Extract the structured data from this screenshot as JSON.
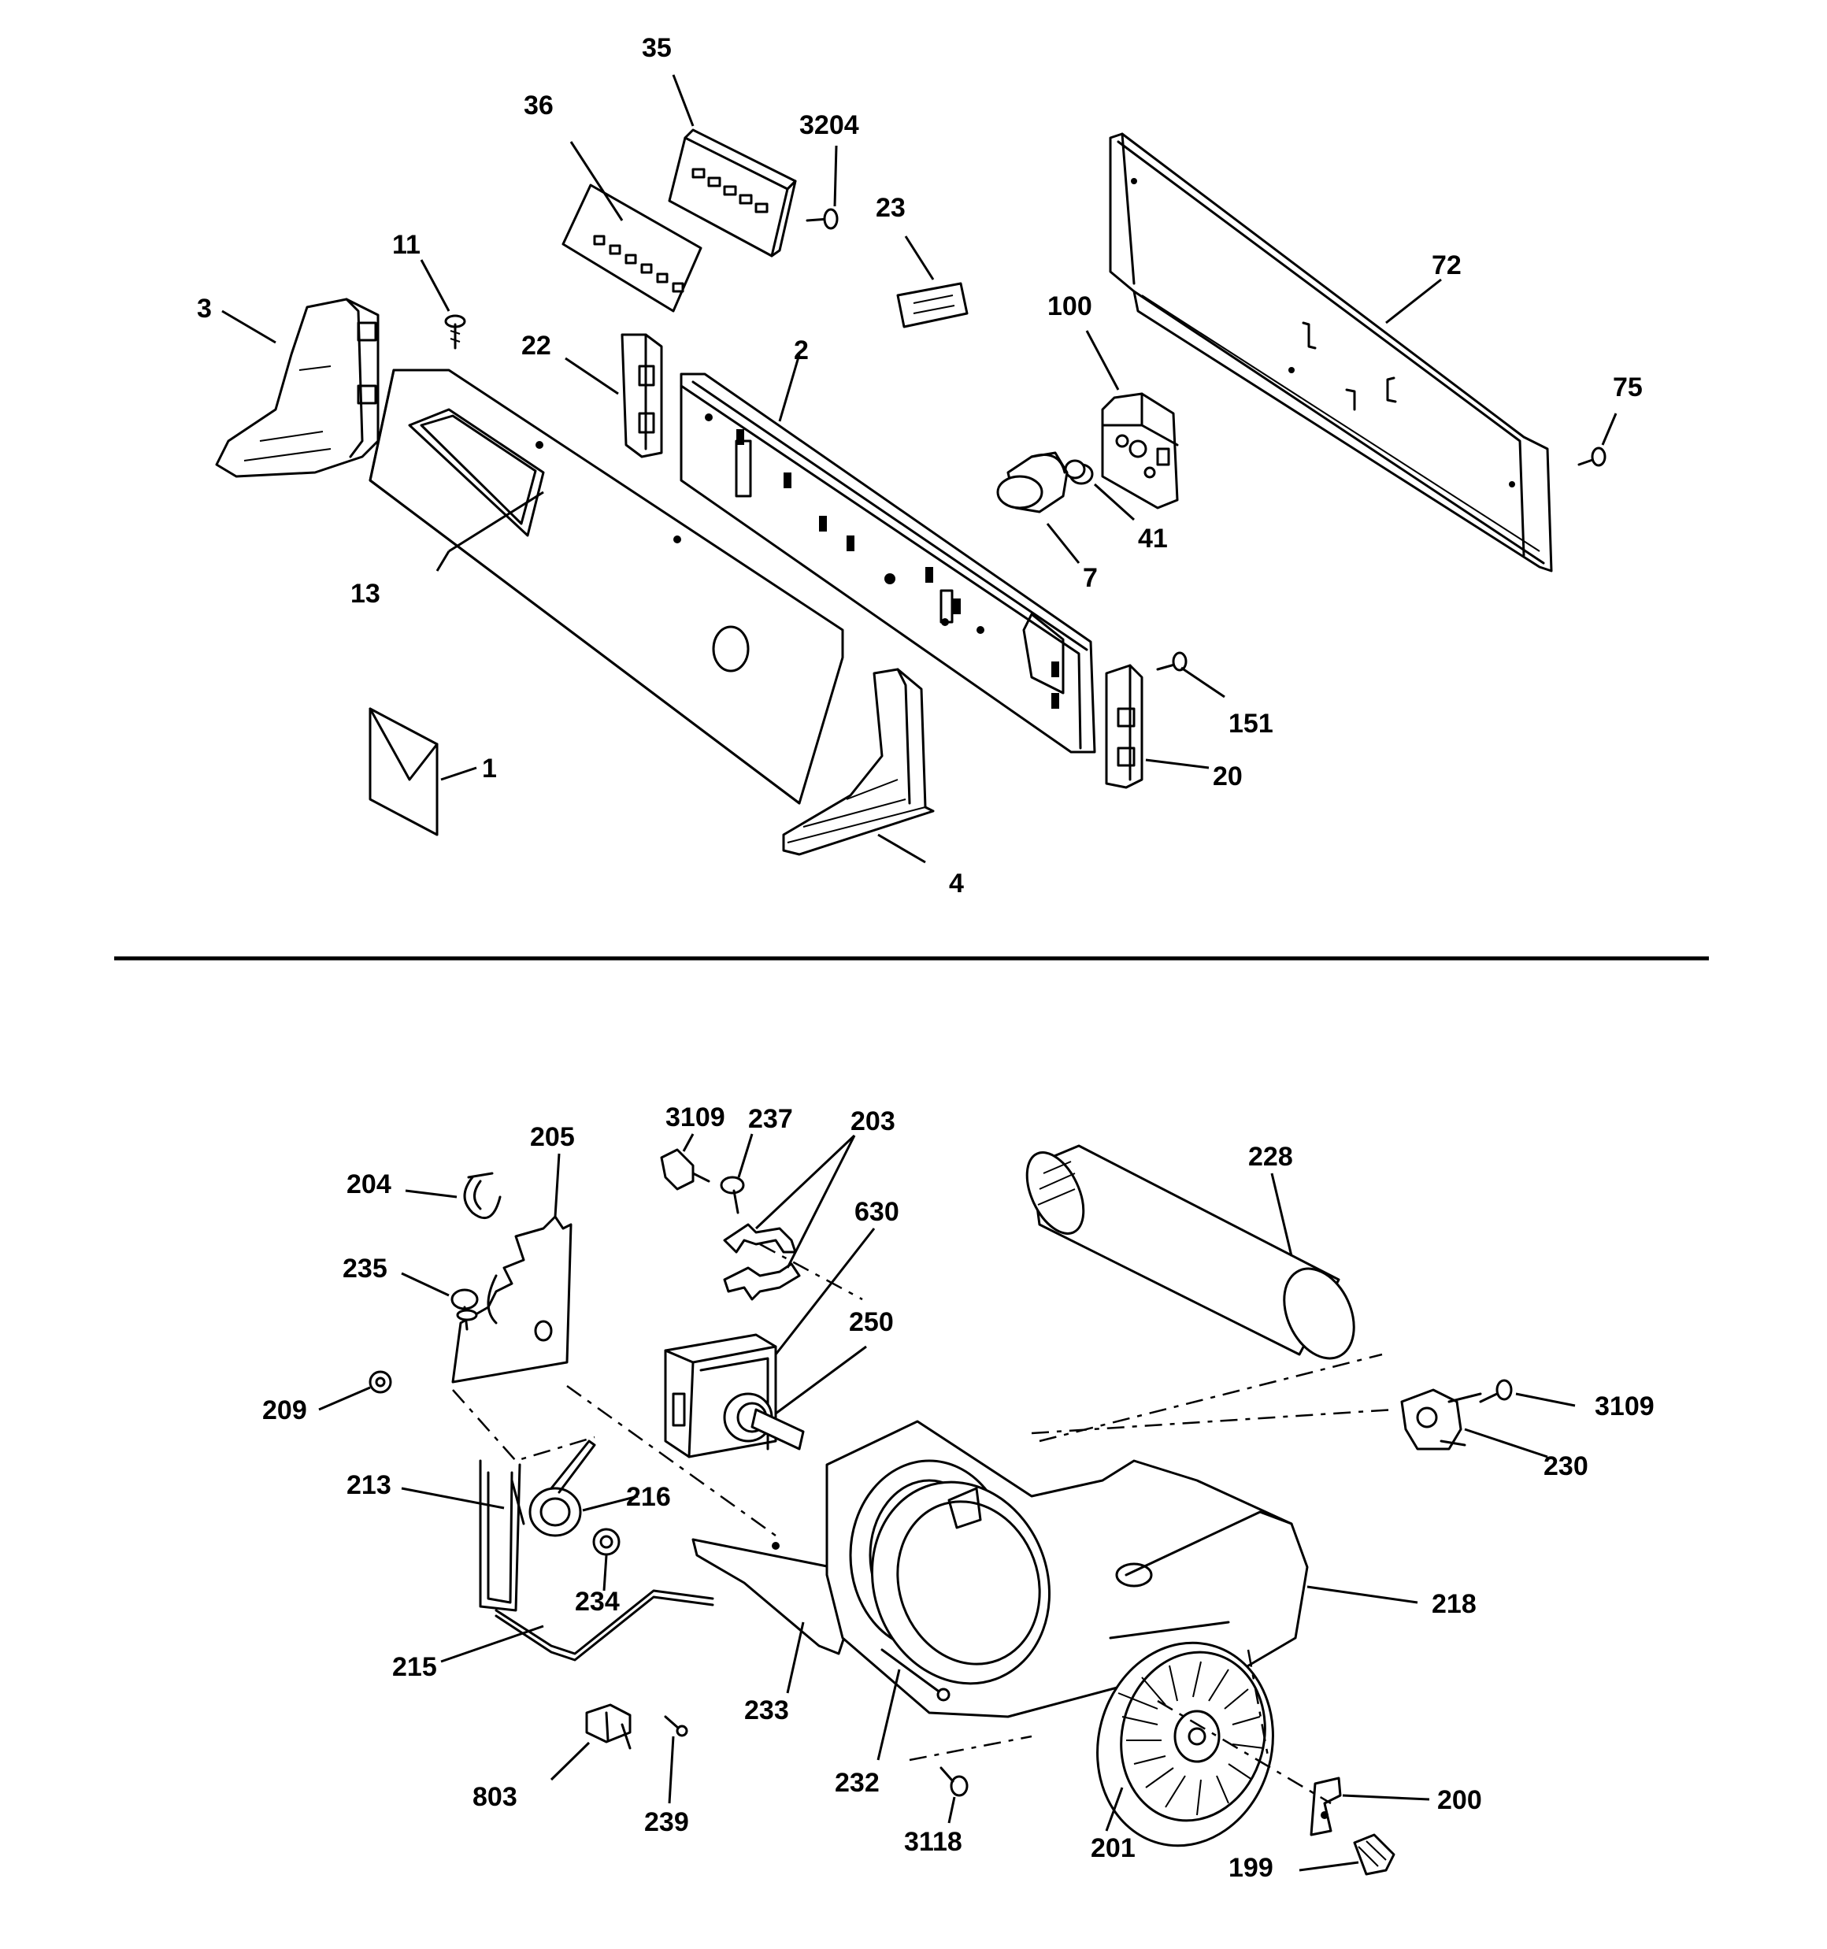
{
  "callouts_top": {
    "c1": "1",
    "c2": "2",
    "c3": "3",
    "c4": "4",
    "c7": "7",
    "c11": "11",
    "c13": "13",
    "c20": "20",
    "c22": "22",
    "c23": "23",
    "c35": "35",
    "c36": "36",
    "c41": "41",
    "c72": "72",
    "c75": "75",
    "c100": "100",
    "c151": "151",
    "c3204": "3204"
  },
  "callouts_bottom": {
    "c199": "199",
    "c200": "200",
    "c201": "201",
    "c203": "203",
    "c204": "204",
    "c205": "205",
    "c209": "209",
    "c213": "213",
    "c215": "215",
    "c216": "216",
    "c218": "218",
    "c228": "228",
    "c230": "230",
    "c232": "232",
    "c233": "233",
    "c234": "234",
    "c235": "235",
    "c237": "237",
    "c239": "239",
    "c250": "250",
    "c630": "630",
    "c803": "803",
    "c3109a": "3109",
    "c3109b": "3109",
    "c3118": "3118"
  }
}
